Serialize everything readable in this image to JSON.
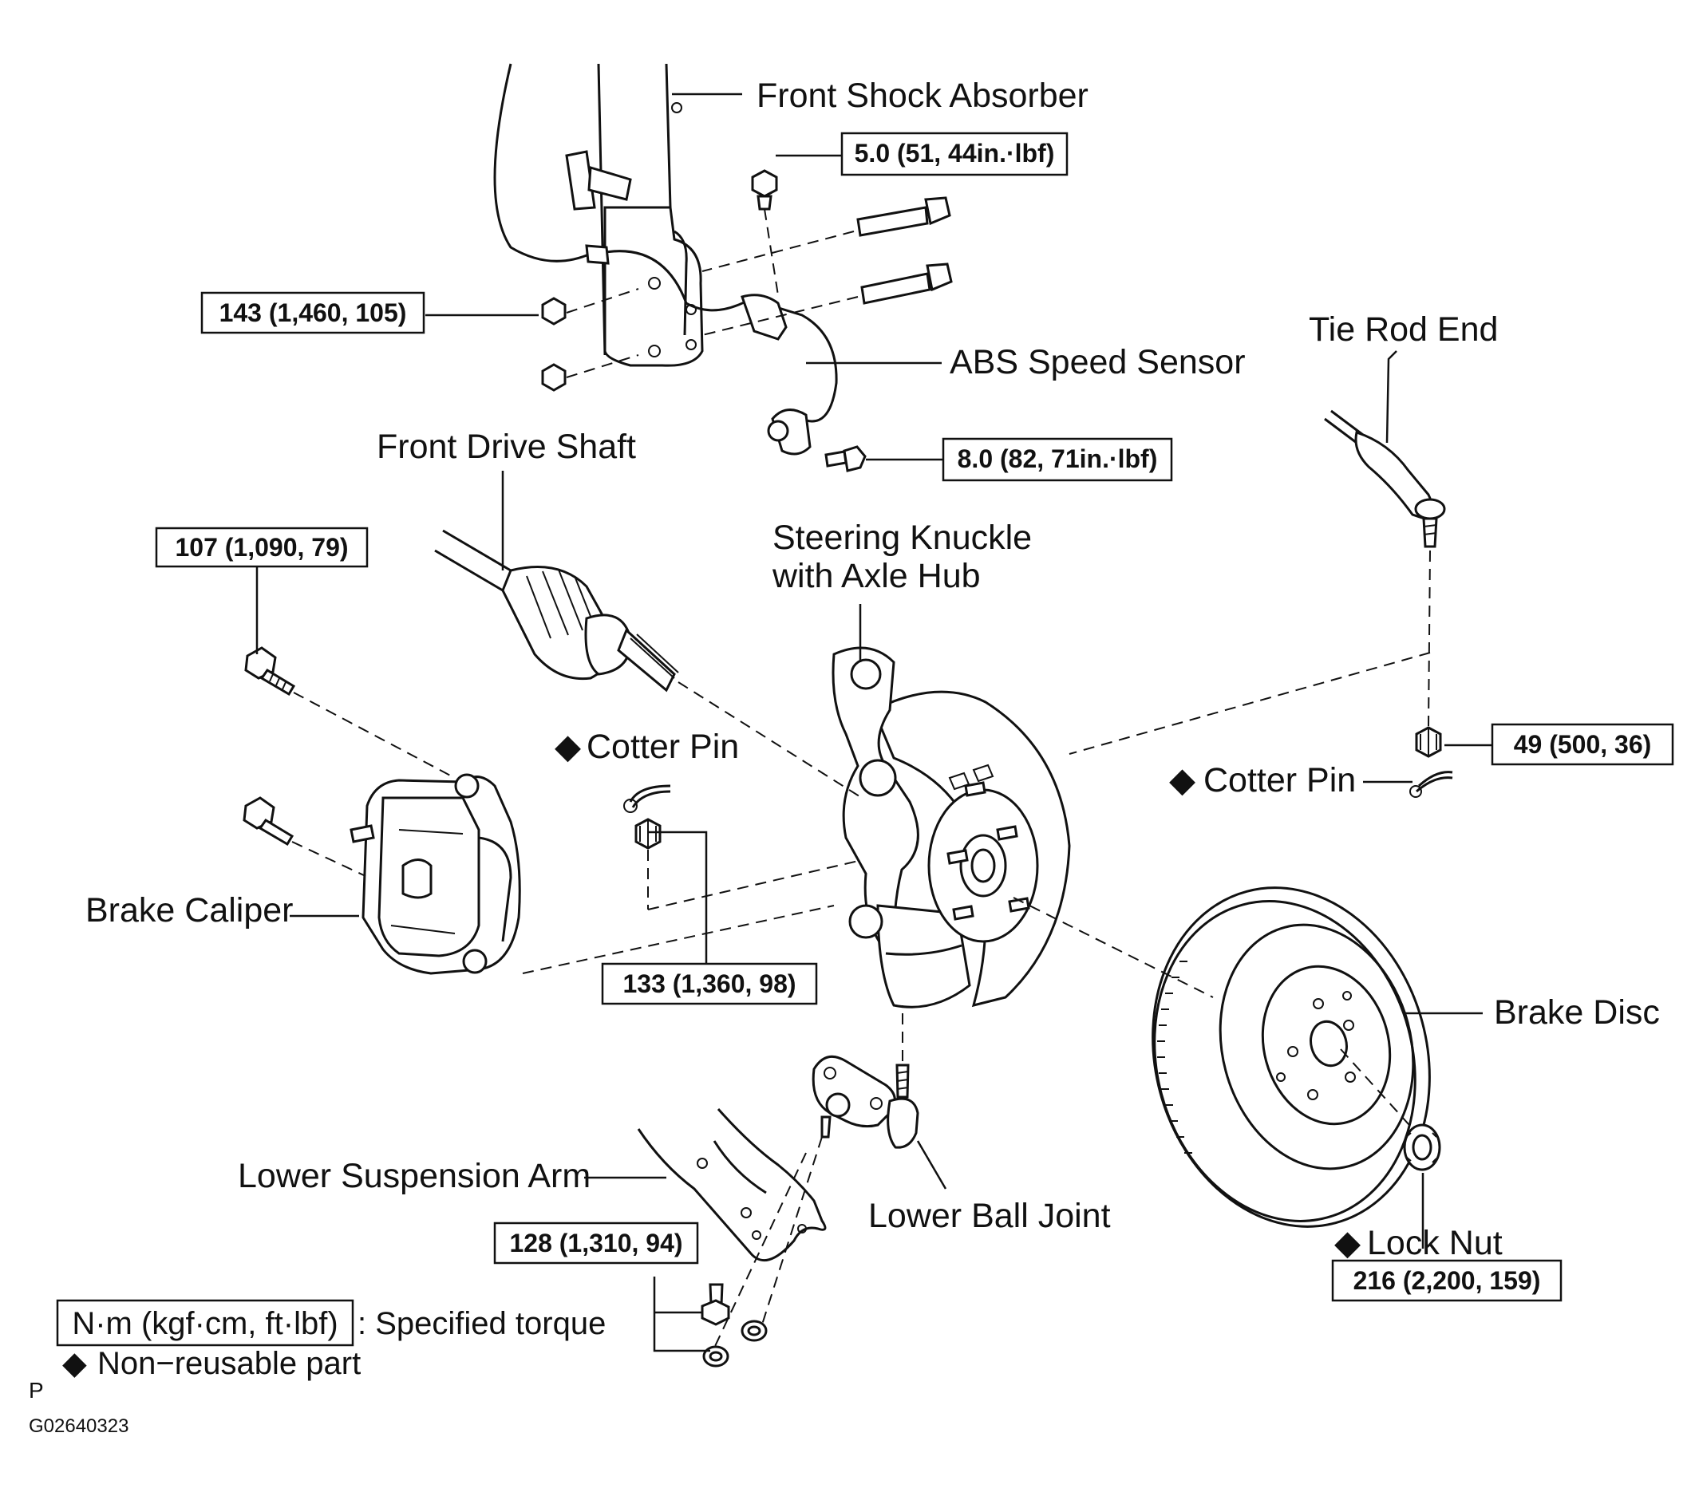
{
  "labels": {
    "front_shock_absorber": "Front Shock Absorber",
    "abs_speed_sensor": "ABS Speed Sensor",
    "front_drive_shaft": "Front Drive Shaft",
    "steering_knuckle_1": "Steering Knuckle",
    "steering_knuckle_2": "with Axle Hub",
    "tie_rod_end": "Tie Rod End",
    "cotter_pin_left": "Cotter Pin",
    "cotter_pin_right": "Cotter Pin",
    "brake_caliper": "Brake Caliper",
    "brake_disc": "Brake Disc",
    "lower_suspension_arm": "Lower Suspension Arm",
    "lower_ball_joint": "Lower Ball Joint",
    "lock_nut": "Lock Nut"
  },
  "torques": {
    "abs_bracket_bolt": "5.0 (51, 44in.·lbf)",
    "strut_nut": "143 (1,460, 105)",
    "abs_sensor_bolt": "8.0 (82, 71in.·lbf)",
    "caliper_bolt": "107 (1,090, 79)",
    "tie_rod_nut": "49 (500, 36)",
    "ball_joint_nut": "133 (1,360, 98)",
    "lock_nut": "216 (2,200, 159)",
    "lower_arm_bolt": "128 (1,310, 94)"
  },
  "legend": {
    "unit_box": "N·m (kgf·cm, ft·lbf)",
    "unit_desc": ": Specified torque",
    "non_reusable_symbol": "◆",
    "non_reusable": "Non−reusable part"
  },
  "footer": {
    "marker": "P",
    "code": "G02640323"
  }
}
